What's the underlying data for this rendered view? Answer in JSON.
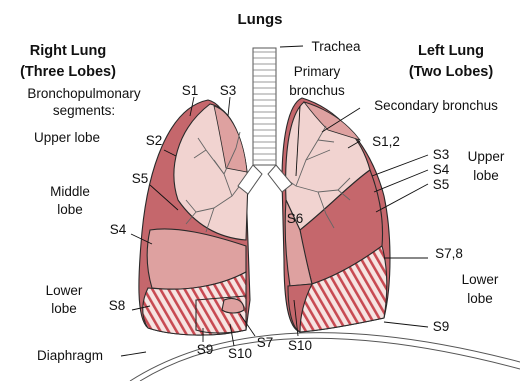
{
  "title": "Lungs",
  "right_lung": {
    "heading_line1": "Right Lung",
    "heading_line2": "(Three Lobes)",
    "segments_line1": "Bronchopulmonary",
    "segments_line2": "segments:",
    "upper_lobe": "Upper lobe",
    "middle_lobe_line1": "Middle",
    "middle_lobe_line2": "lobe",
    "lower_lobe_line1": "Lower",
    "lower_lobe_line2": "lobe",
    "segments": [
      "S1",
      "S2",
      "S3",
      "S4",
      "S5",
      "S8",
      "S9",
      "S10",
      "S7"
    ]
  },
  "left_lung": {
    "heading_line1": "Left Lung",
    "heading_line2": "(Two Lobes)",
    "upper_lobe_line1": "Upper",
    "upper_lobe_line2": "lobe",
    "lower_lobe_line1": "Lower",
    "lower_lobe_line2": "lobe",
    "segments": [
      "S1,2",
      "S3",
      "S4",
      "S5",
      "S6",
      "S7,8",
      "S9",
      "S10"
    ]
  },
  "airways": {
    "trachea": "Trachea",
    "primary_line1": "Primary",
    "primary_line2": "bronchus",
    "secondary": "Secondary bronchus"
  },
  "diaphragm": "Diaphragm",
  "colors": {
    "dark_segment": "#c5676c",
    "mid_segment": "#dea1a0",
    "light_segment": "#f1d3d0",
    "stripe": "#c84a52",
    "outline": "#2a2a2a"
  }
}
